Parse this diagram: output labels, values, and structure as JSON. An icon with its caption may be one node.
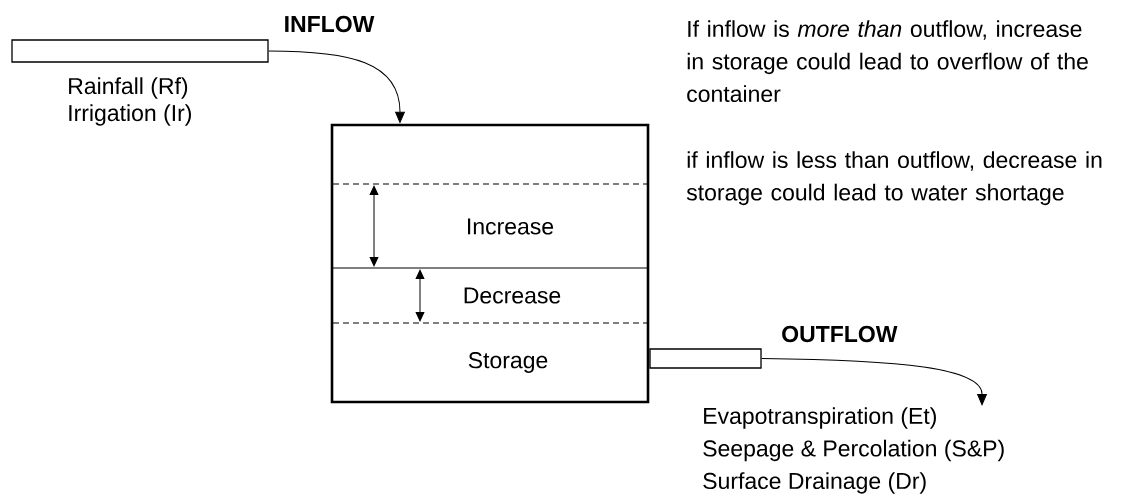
{
  "diagram": {
    "nodes": [
      {
        "text": [],
        "shape": "bar",
        "beside": [
          "INFLOW",
          "Rainfall (Rf)",
          "Irrigation (Ir)"
        ]
      },
      {
        "text": [],
        "shape": "box"
      },
      {
        "text": [
          "Increase"
        ],
        "in": 1
      },
      {
        "text": [
          "Decrease"
        ],
        "in": 1
      },
      {
        "text": [
          "Storage"
        ],
        "in": 1
      },
      {
        "text": [],
        "shape": "bar"
      },
      {
        "text": [
          "Evapotranspiration (Et)",
          "Seepage & Percolation (S&P)",
          "Surface Drainage (Dr)"
        ]
      }
    ],
    "edges": [
      {
        "from": 0,
        "to": 1,
        "arrow": "to"
      },
      {
        "from": 5,
        "to": 6,
        "arrow": "to"
      }
    ],
    "labels": [
      "If inflow is *more than* outflow, increase in storage could lead to overflow of the container",
      "if inflow is less than outflow, decrease in storage could lead to water shortage",
      "OUTFLOW"
    ]
  }
}
